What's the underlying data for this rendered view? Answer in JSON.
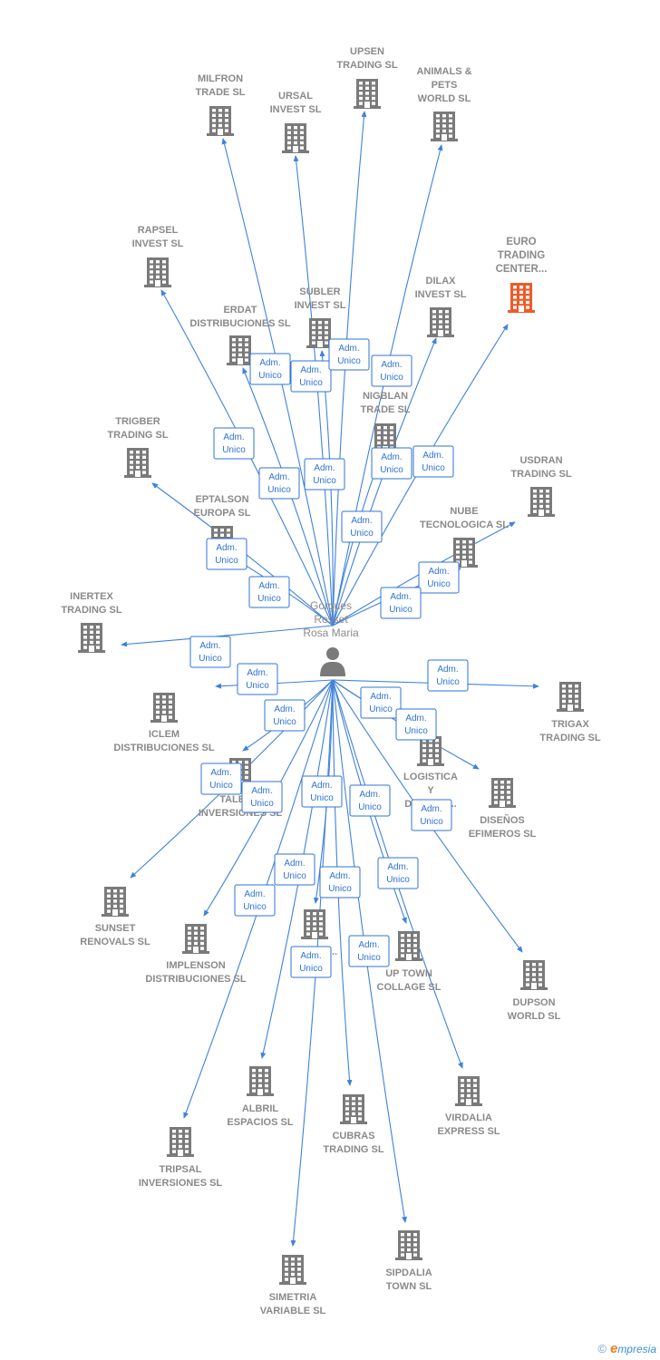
{
  "colors": {
    "edge": "#3f82dd",
    "building": "#7a7a7a",
    "highlight": "#f05a28",
    "label": "#8a8a8a",
    "rel": "#2f73d6"
  },
  "person": {
    "label_lines": [
      "Gorgues",
      "Rosset",
      "Rosa Maria"
    ],
    "icon": "person-icon"
  },
  "relation_label_lines": [
    "Adm.",
    "Unico"
  ],
  "companies": [
    {
      "id": "milfron",
      "lines": [
        "MILFRON",
        "TRADE SL"
      ]
    },
    {
      "id": "ursal",
      "lines": [
        "URSAL",
        "INVEST SL"
      ]
    },
    {
      "id": "upsen",
      "lines": [
        "UPSEN",
        "TRADING SL"
      ]
    },
    {
      "id": "animals",
      "lines": [
        "ANIMALS &",
        "PETS",
        "WORLD SL"
      ]
    },
    {
      "id": "euro",
      "lines": [
        "EURO",
        "TRADING",
        "CENTER..."
      ],
      "highlight": true
    },
    {
      "id": "rapsel",
      "lines": [
        "RAPSEL",
        "INVEST SL"
      ]
    },
    {
      "id": "subler",
      "lines": [
        "SUBLER",
        "INVEST SL"
      ]
    },
    {
      "id": "dilax",
      "lines": [
        "DILAX",
        "INVEST SL"
      ]
    },
    {
      "id": "erdat",
      "lines": [
        "ERDAT",
        "DISTRIBUCIONES SL"
      ]
    },
    {
      "id": "nigblan",
      "lines": [
        "NIGBLAN",
        "TRADE SL"
      ]
    },
    {
      "id": "trigber",
      "lines": [
        "TRIGBER",
        "TRADING SL"
      ]
    },
    {
      "id": "usdran",
      "lines": [
        "USDRAN",
        "TRADING SL"
      ]
    },
    {
      "id": "eptalson",
      "lines": [
        "EPTALSON",
        "EUROPA SL"
      ]
    },
    {
      "id": "nube",
      "lines": [
        "NUBE",
        "TECNOLOGICA SL"
      ]
    },
    {
      "id": "inertex",
      "lines": [
        "INERTEX",
        "TRADING SL"
      ]
    },
    {
      "id": "iclem",
      "lines": [
        "ICLEM",
        "DISTRIBUCIONES SL"
      ]
    },
    {
      "id": "trigax",
      "lines": [
        "TRIGAX",
        "TRADING SL"
      ]
    },
    {
      "id": "logistica",
      "lines": [
        "LOGISTICA",
        "Y",
        "DES...RO..."
      ]
    },
    {
      "id": "talbr",
      "lines": [
        "TALBR...",
        "INVERSIONES SL"
      ]
    },
    {
      "id": "disenos",
      "lines": [
        "DISEÑOS",
        "EFIMEROS SL"
      ]
    },
    {
      "id": "sunset",
      "lines": [
        "SUNSET",
        "RENOVALS SL"
      ]
    },
    {
      "id": "implenson",
      "lines": [
        "IMPLENSON",
        "DISTRIBUCIONES SL"
      ]
    },
    {
      "id": "acond",
      "lines": [
        "AC...ND..."
      ]
    },
    {
      "id": "uptown",
      "lines": [
        "UP TOWN",
        "COLLAGE SL"
      ]
    },
    {
      "id": "dupson",
      "lines": [
        "DUPSON",
        "WORLD SL"
      ]
    },
    {
      "id": "albril",
      "lines": [
        "ALBRIL",
        "ESPACIOS SL"
      ]
    },
    {
      "id": "cubras",
      "lines": [
        "CUBRAS",
        "TRADING SL"
      ]
    },
    {
      "id": "virdalia",
      "lines": [
        "VIRDALIA",
        "EXPRESS SL"
      ]
    },
    {
      "id": "tripsal",
      "lines": [
        "TRIPSAL",
        "INVERSIONES SL"
      ]
    },
    {
      "id": "simetria",
      "lines": [
        "SIMETRIA",
        "VARIABLE SL"
      ]
    },
    {
      "id": "sipdalia",
      "lines": [
        "SIPDALIA",
        "TOWN SL"
      ]
    }
  ],
  "footer": {
    "copyright": "©",
    "brand_initial": "e",
    "brand_rest": "mpresia"
  }
}
